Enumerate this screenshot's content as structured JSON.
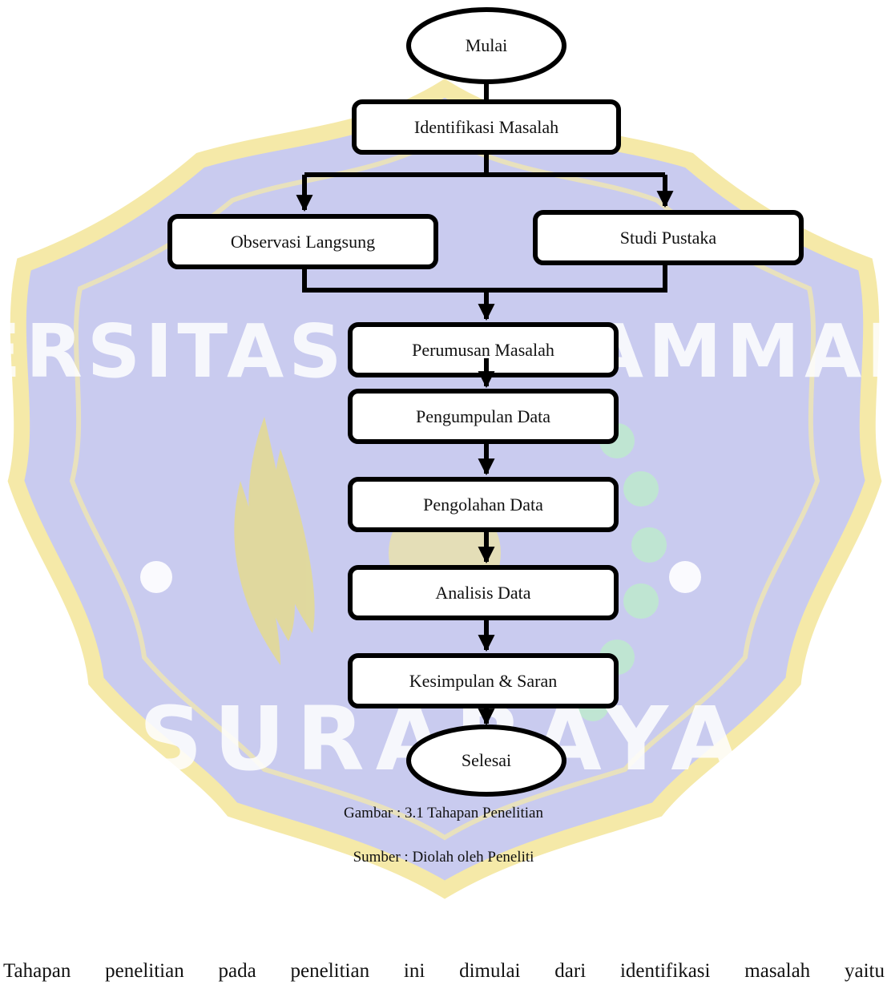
{
  "watermark": {
    "text_top": "UNIVERSITAS MUHAMMADIYAH",
    "text_bottom": "SURABAYA",
    "colors": {
      "fill": "#c9cbef",
      "border": "#f5e9a8",
      "letters": "#ffffff",
      "leaf": "#e6dc8a",
      "green": "#bfe8cf"
    }
  },
  "flow": {
    "start": "Mulai",
    "identify": "Identifikasi Masalah",
    "observe": "Observasi Langsung",
    "literature": "Studi Pustaka",
    "formulate": "Perumusan Masalah",
    "collect": "Pengumpulan Data",
    "process": "Pengolahan Data",
    "analyze": "Analisis Data",
    "conclude": "Kesimpulan & Saran",
    "end": "Selesai"
  },
  "caption": {
    "figure": "Gambar : 3.1 Tahapan Penelitian",
    "source": "Sumber : Diolah oleh Peneliti"
  },
  "paragraph": "Tahapan penelitian pada penelitian ini dimulai dari identifikasi masalah yaitu"
}
